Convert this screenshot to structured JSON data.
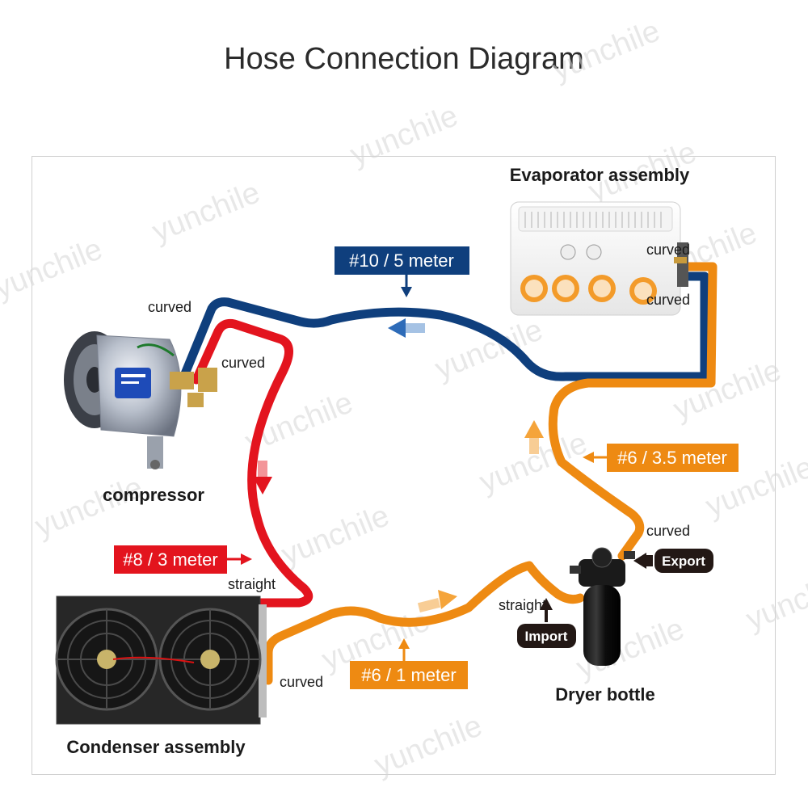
{
  "title": "Hose Connection Diagram",
  "watermark": "yunchile",
  "components": {
    "evaporator": "Evaporator assembly",
    "compressor": "compressor",
    "condenser": "Condenser assembly",
    "dryer": "Dryer bottle"
  },
  "hose_tags": {
    "blue": "#10 / 5 meter",
    "red": "#8 / 3 meter",
    "orange_bottom": "#6 / 1 meter",
    "orange_right": "#6 / 3.5 meter"
  },
  "fitting_labels": {
    "evap_top": "curved",
    "evap_bottom": "curved",
    "compressor_top": "curved",
    "compressor_side": "curved",
    "condenser_straight": "straight",
    "condenser_curved": "curved",
    "dryer_straight": "straight",
    "dryer_curved": "curved"
  },
  "ports": {
    "export": "Export",
    "import": "Import"
  },
  "colors": {
    "blue_hose": "#0f3f7d",
    "red_hose": "#e3141e",
    "orange_hose": "#ee8a12",
    "pill": "#231815"
  }
}
